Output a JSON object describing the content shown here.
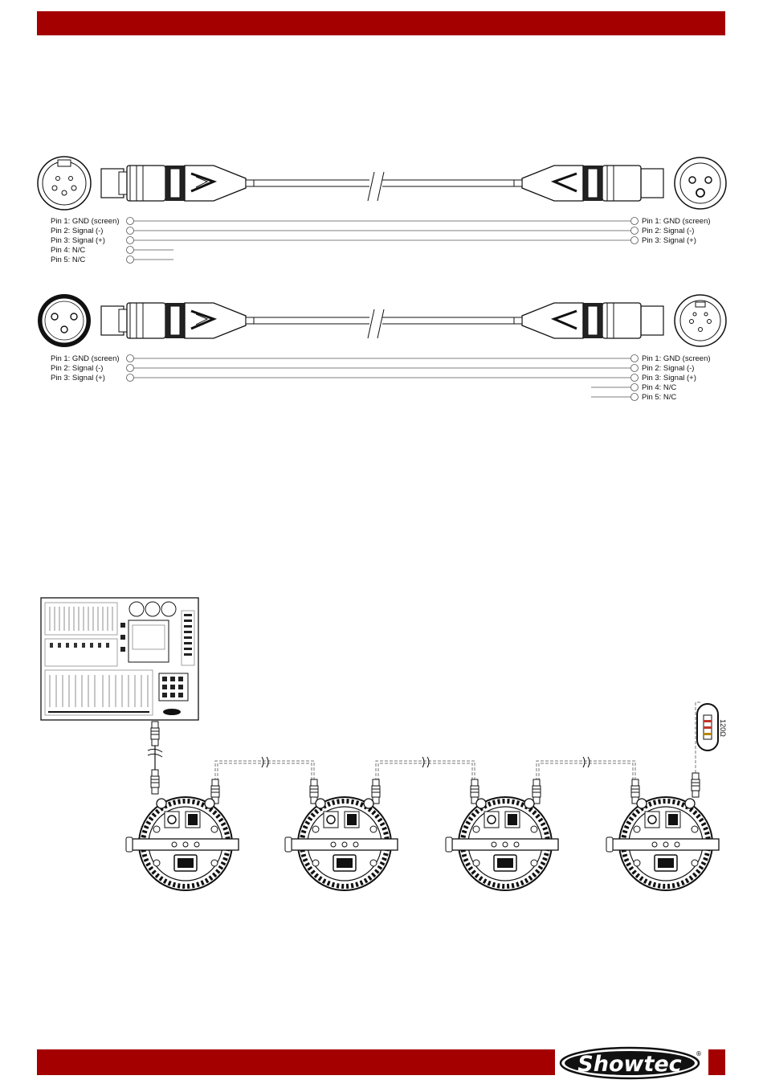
{
  "colors": {
    "brand_red": "#a40000",
    "line": "#111111"
  },
  "cable_1": {
    "left_pins": [
      "Pin 1: GND (screen)",
      "Pin 2: Signal (-)",
      "Pin 3: Signal (+)",
      "Pin 4: N/C",
      "Pin 5: N/C"
    ],
    "right_pins": [
      "Pin 1: GND (screen)",
      "Pin 2: Signal (-)",
      "Pin 3: Signal (+)"
    ]
  },
  "cable_2": {
    "left_pins": [
      "Pin 1: GND (screen)",
      "Pin 2: Signal (-)",
      "Pin 3: Signal (+)"
    ],
    "right_pins": [
      "Pin 1: GND (screen)",
      "Pin 2: Signal (-)",
      "Pin 3: Signal (+)",
      "Pin 4: N/C",
      "Pin 5: N/C"
    ]
  },
  "terminator_label": "120Ω",
  "logo": {
    "text": "Showtec",
    "registered": "®"
  },
  "icons": [
    "xlr-female-5pin-icon",
    "xlr-male-3pin-icon",
    "xlr-female-3pin-icon",
    "xlr-male-5pin-icon",
    "dmx-controller-icon",
    "par-fixture-icon",
    "terminator-icon"
  ]
}
